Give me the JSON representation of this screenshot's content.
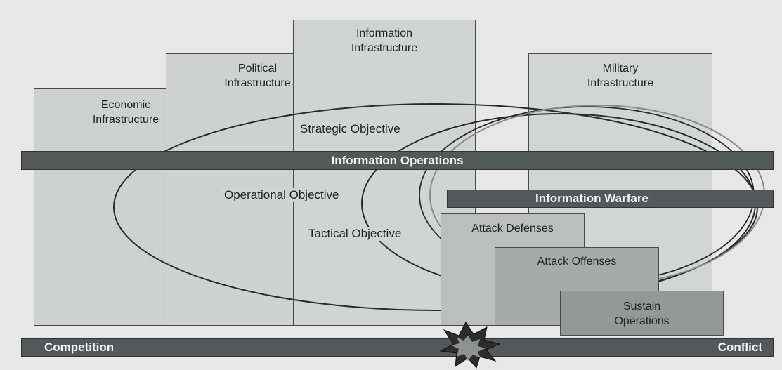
{
  "infrastructures": {
    "economic": "Economic\nInfrastructure",
    "political": "Political\nInfrastructure",
    "information": "Information\nInfrastructure",
    "military": "Military\nInfrastructure"
  },
  "objectives": {
    "strategic": "Strategic Objective",
    "operational": "Operational Objective",
    "tactical": "Tactical Objective"
  },
  "bars": {
    "information_operations": "Information Operations",
    "information_warfare": "Information Warfare"
  },
  "actions": {
    "attack_defenses": "Attack Defenses",
    "attack_offenses": "Attack Offenses",
    "sustain_operations": "Sustain\nOperations"
  },
  "spectrum": {
    "left": "Competition",
    "right": "Conflict"
  }
}
